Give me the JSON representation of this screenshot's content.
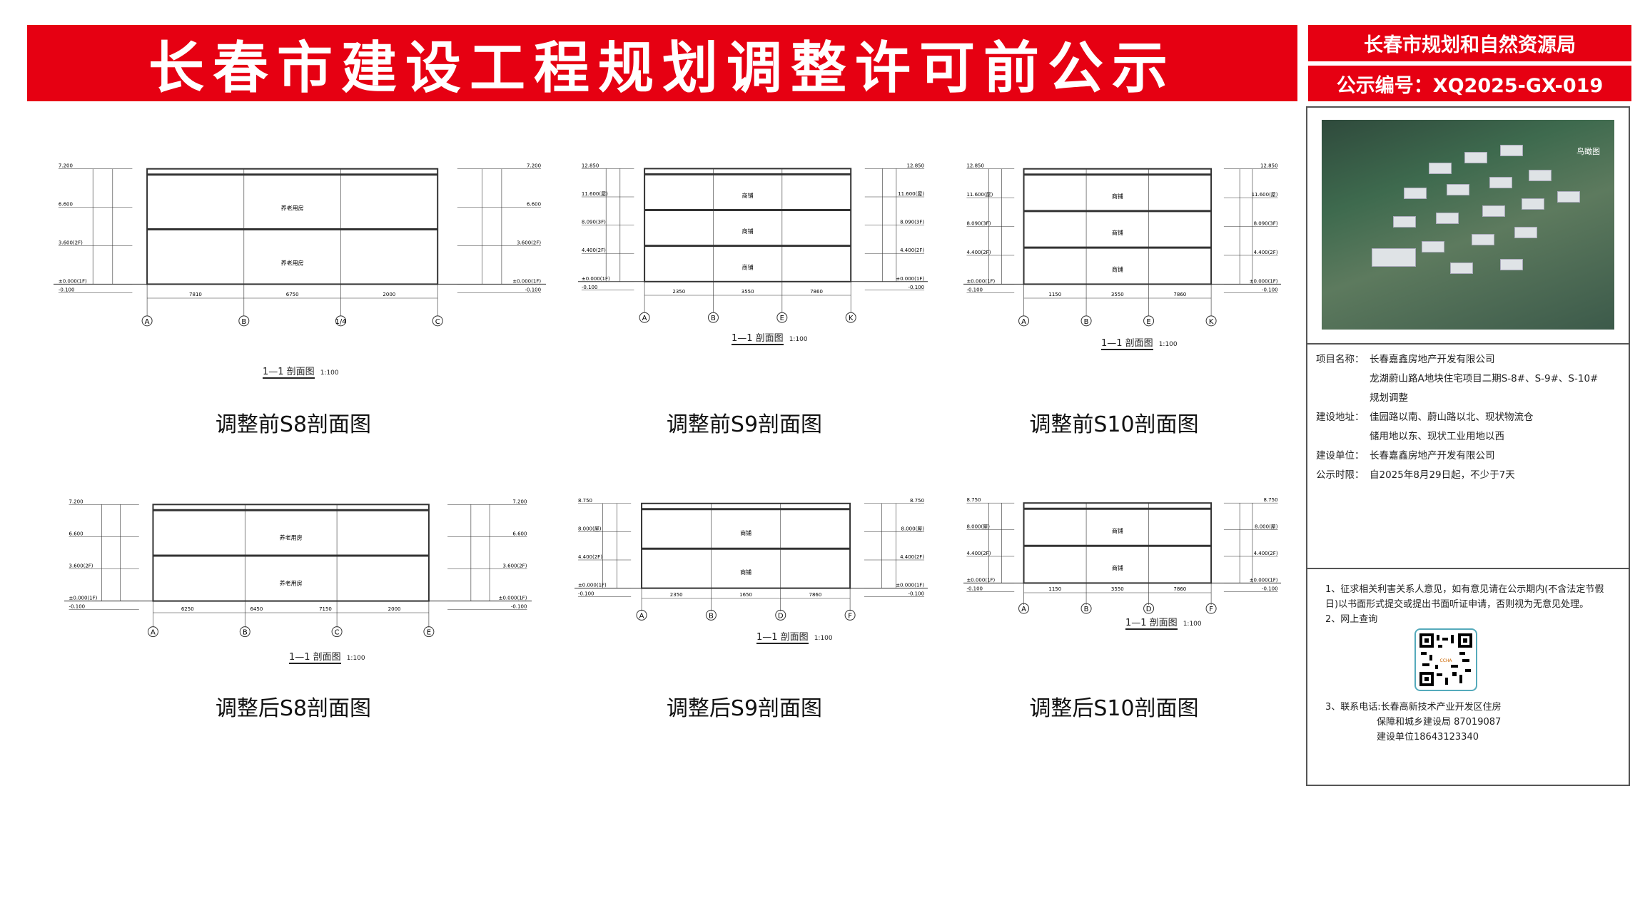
{
  "banner": {
    "title": "长春市建设工程规划调整许可前公示"
  },
  "authority": {
    "name": "长春市规划和自然资源局",
    "notice_no": "公示编号：XQ2025-GX-019"
  },
  "aerial": {
    "label": "鸟瞰图"
  },
  "project": {
    "name_label": "项目名称：",
    "name_lines": [
      "长春嘉鑫房地产开发有限公司",
      "龙湖蔚山路A地块住宅项目二期S-8#、S-9#、S-10#",
      "规划调整"
    ],
    "address_label": "建设地址：",
    "address_lines": [
      "佳园路以南、蔚山路以北、现状物流仓",
      "储用地以东、现状工业用地以西"
    ],
    "builder_label": "建设单位：",
    "builder": "长春嘉鑫房地产开发有限公司",
    "period_label": "公示时限：",
    "period": "自2025年8月29日起，不少于7天"
  },
  "notes": {
    "item1": "1、征求相关利害关系人意见，如有意见请在公示期内(不含法定节假日)以书面形式提交或提出书面听证申请，否则视为无意见处理。",
    "item2": "2、网上查询",
    "qr_label": "CCHA",
    "item3_line1": "3、联系电话:长春高新技术产业开发区住房",
    "item3_line2": "保障和城乡建设局 87019087",
    "item3_line3": "建设单位18643123340"
  },
  "drawings": [
    {
      "caption": "调整前S8剖面图",
      "sub": "1—1 剖面图",
      "scale": "1:100",
      "floors": 2,
      "axes": [
        "A",
        "B",
        "1/4",
        "C"
      ],
      "dims": [
        "7810",
        "6750",
        "2000"
      ],
      "levels": [
        "7.200",
        "6.600",
        "3.600(2F)",
        "±0.000(1F)",
        "-0.100"
      ],
      "rooms": [
        "养老用房",
        "养老用房"
      ]
    },
    {
      "caption": "调整前S9剖面图",
      "sub": "1—1 剖面图",
      "scale": "1:100",
      "floors": 3,
      "axes": [
        "A",
        "B",
        "E",
        "K"
      ],
      "dims": [
        "2350",
        "3550",
        "7860"
      ],
      "levels": [
        "12.850",
        "11.600(屋)",
        "8.090(3F)",
        "4.400(2F)",
        "±0.000(1F)",
        "-0.100"
      ],
      "rooms": [
        "商铺",
        "商铺",
        "商铺"
      ]
    },
    {
      "caption": "调整前S10剖面图",
      "sub": "1—1 剖面图",
      "scale": "1:100",
      "floors": 3,
      "axes": [
        "A",
        "B",
        "E",
        "K"
      ],
      "dims": [
        "1150",
        "3550",
        "7860"
      ],
      "levels": [
        "12.850",
        "11.600(屋)",
        "8.090(3F)",
        "4.400(2F)",
        "±0.000(1F)",
        "-0.100"
      ],
      "rooms": [
        "商铺",
        "商铺",
        "商铺"
      ]
    },
    {
      "caption": "调整后S8剖面图",
      "sub": "1—1 剖面图",
      "scale": "1:100",
      "floors": 2,
      "axes": [
        "A",
        "B",
        "C",
        "E"
      ],
      "dims": [
        "6250",
        "6450",
        "7150",
        "2000"
      ],
      "levels": [
        "7.200",
        "6.600",
        "3.600(2F)",
        "±0.000(1F)",
        "-0.100"
      ],
      "rooms": [
        "养老用房",
        "养老用房"
      ]
    },
    {
      "caption": "调整后S9剖面图",
      "sub": "1—1 剖面图",
      "scale": "1:100",
      "floors": 2,
      "axes": [
        "A",
        "B",
        "D",
        "F"
      ],
      "dims": [
        "2350",
        "1650",
        "7860"
      ],
      "levels": [
        "8.750",
        "8.000(屋)",
        "4.400(2F)",
        "±0.000(1F)",
        "-0.100"
      ],
      "rooms": [
        "商铺",
        "商铺"
      ]
    },
    {
      "caption": "调整后S10剖面图",
      "sub": "1—1 剖面图",
      "scale": "1:100",
      "floors": 2,
      "axes": [
        "A",
        "B",
        "D",
        "F"
      ],
      "dims": [
        "1150",
        "3550",
        "7860"
      ],
      "levels": [
        "8.750",
        "8.000(屋)",
        "4.400(2F)",
        "±0.000(1F)",
        "-0.100"
      ],
      "rooms": [
        "商铺",
        "商铺"
      ]
    }
  ]
}
